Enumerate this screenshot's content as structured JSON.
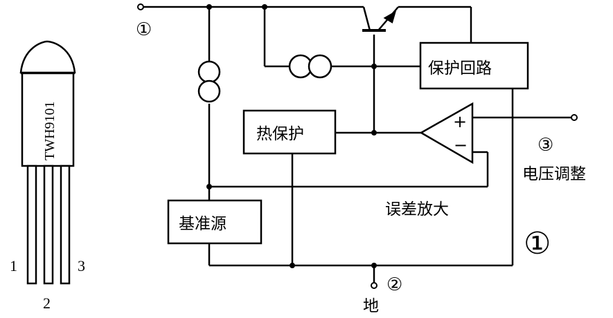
{
  "package": {
    "marking": "TWH9101",
    "pin_labels": [
      "1",
      "2",
      "3"
    ]
  },
  "circuit": {
    "terminal_input": "①",
    "terminal_ground": "②",
    "terminal_adjust": "③",
    "ground_label": "地",
    "adjust_label": "电压调整",
    "block_protection_loop": "保护回路",
    "block_thermal": "热保护",
    "block_reference": "基准源",
    "error_amp_label": "误差放大",
    "amp_plus": "+",
    "amp_minus": "−",
    "figure_number": "①"
  }
}
